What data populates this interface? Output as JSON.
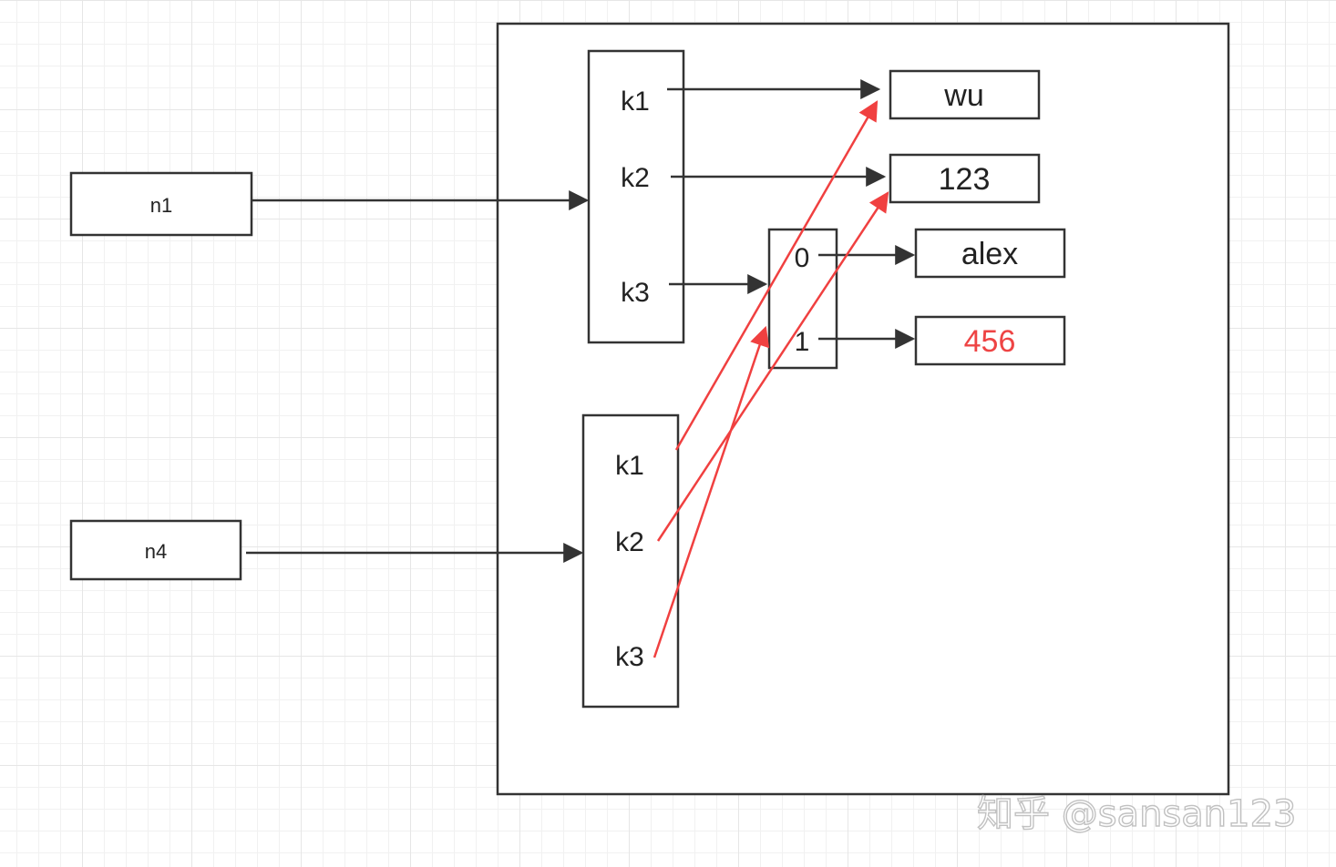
{
  "nodes": {
    "n1": "n1",
    "n4": "n4",
    "dict_top": {
      "k1": "k1",
      "k2": "k2",
      "k3": "k3"
    },
    "dict_bottom": {
      "k1": "k1",
      "k2": "k2",
      "k3": "k3"
    },
    "list": {
      "i0": "0",
      "i1": "1"
    },
    "values": {
      "wu": "wu",
      "v123": "123",
      "alex": "alex",
      "v456": "456"
    }
  },
  "colors": {
    "line": "#333333",
    "highlight": "#f04040",
    "highlight_text": "#ee4444"
  },
  "watermark": "知乎 @sansan123"
}
